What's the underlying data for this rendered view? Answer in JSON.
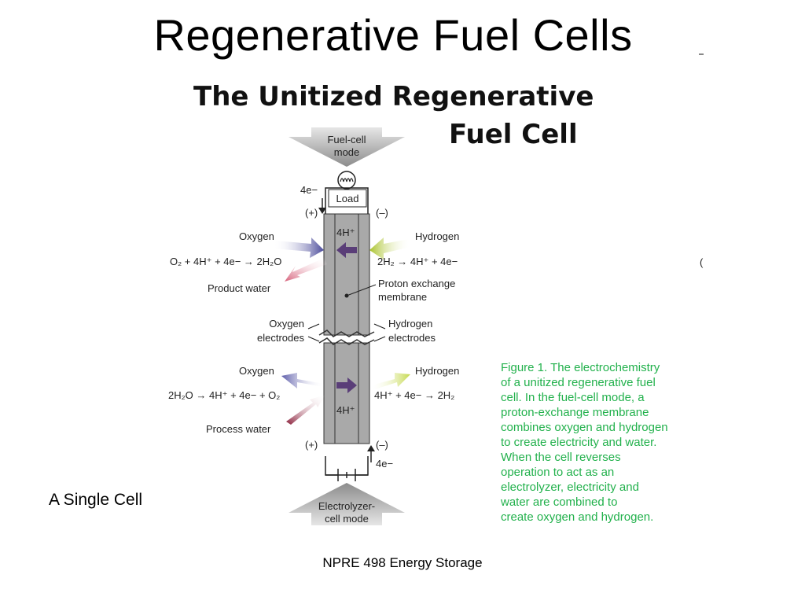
{
  "slide": {
    "title": "Regenerative Fuel Cells",
    "caption_left": "A Single Cell",
    "footer": "NPRE 498 Energy Storage"
  },
  "figure": {
    "heading_line1": "The Unitized Regenerative",
    "heading_line2": "Fuel Cell",
    "top_mode_line1": "Fuel-cell",
    "top_mode_line2": "mode",
    "bottom_mode_line1": "Electrolyzer-",
    "bottom_mode_line2": "cell mode",
    "load_label": "Load",
    "electrons_top": "4e−",
    "electrons_bottom": "4e−",
    "plus_top": "(+)",
    "minus_top": "(–)",
    "plus_bottom": "(+)",
    "minus_bottom": "(–)",
    "proton_top": "4H⁺",
    "proton_bottom": "4H⁺",
    "oxygen_top": "Oxygen",
    "hydrogen_top": "Hydrogen",
    "eq_fc_left": "O₂ + 4H⁺ + 4e− → 2H₂O",
    "eq_fc_right": "2H₂ → 4H⁺ + 4e−",
    "product_water": "Product water",
    "pem_line1": "Proton exchange",
    "pem_line2": "membrane",
    "oxygen_electrodes_line1": "Oxygen",
    "oxygen_electrodes_line2": "electrodes",
    "hydrogen_electrodes_line1": "Hydrogen",
    "hydrogen_electrodes_line2": "electrodes",
    "oxygen_bottom": "Oxygen",
    "hydrogen_bottom": "Hydrogen",
    "eq_el_left": "2H₂O → 4H⁺ + 4e− + O₂",
    "eq_el_right": "4H⁺ + 4e− → 2H₂",
    "process_water": "Process water",
    "caption": "Figure 1. The electrochemistry\nof a unitized regenerative fuel\ncell. In the fuel-cell mode, a\nproton-exchange membrane\ncombines oxygen and hydrogen\nto create electricity and water.\nWhen the cell reverses\noperation to act as an\nelectrolyzer, electricity and\nwater are combined to\ncreate oxygen and hydrogen."
  },
  "colors": {
    "oxygen_arrow": "#5a5aa8",
    "hydrogen_arrow": "#b7cc3a",
    "water_arrow": "#c0506a",
    "process_water_arrow": "#8a1f3a",
    "proton_arrow": "#5a3e78",
    "cell_gray": "#a9a9a9",
    "caption_green": "#22b14c"
  }
}
